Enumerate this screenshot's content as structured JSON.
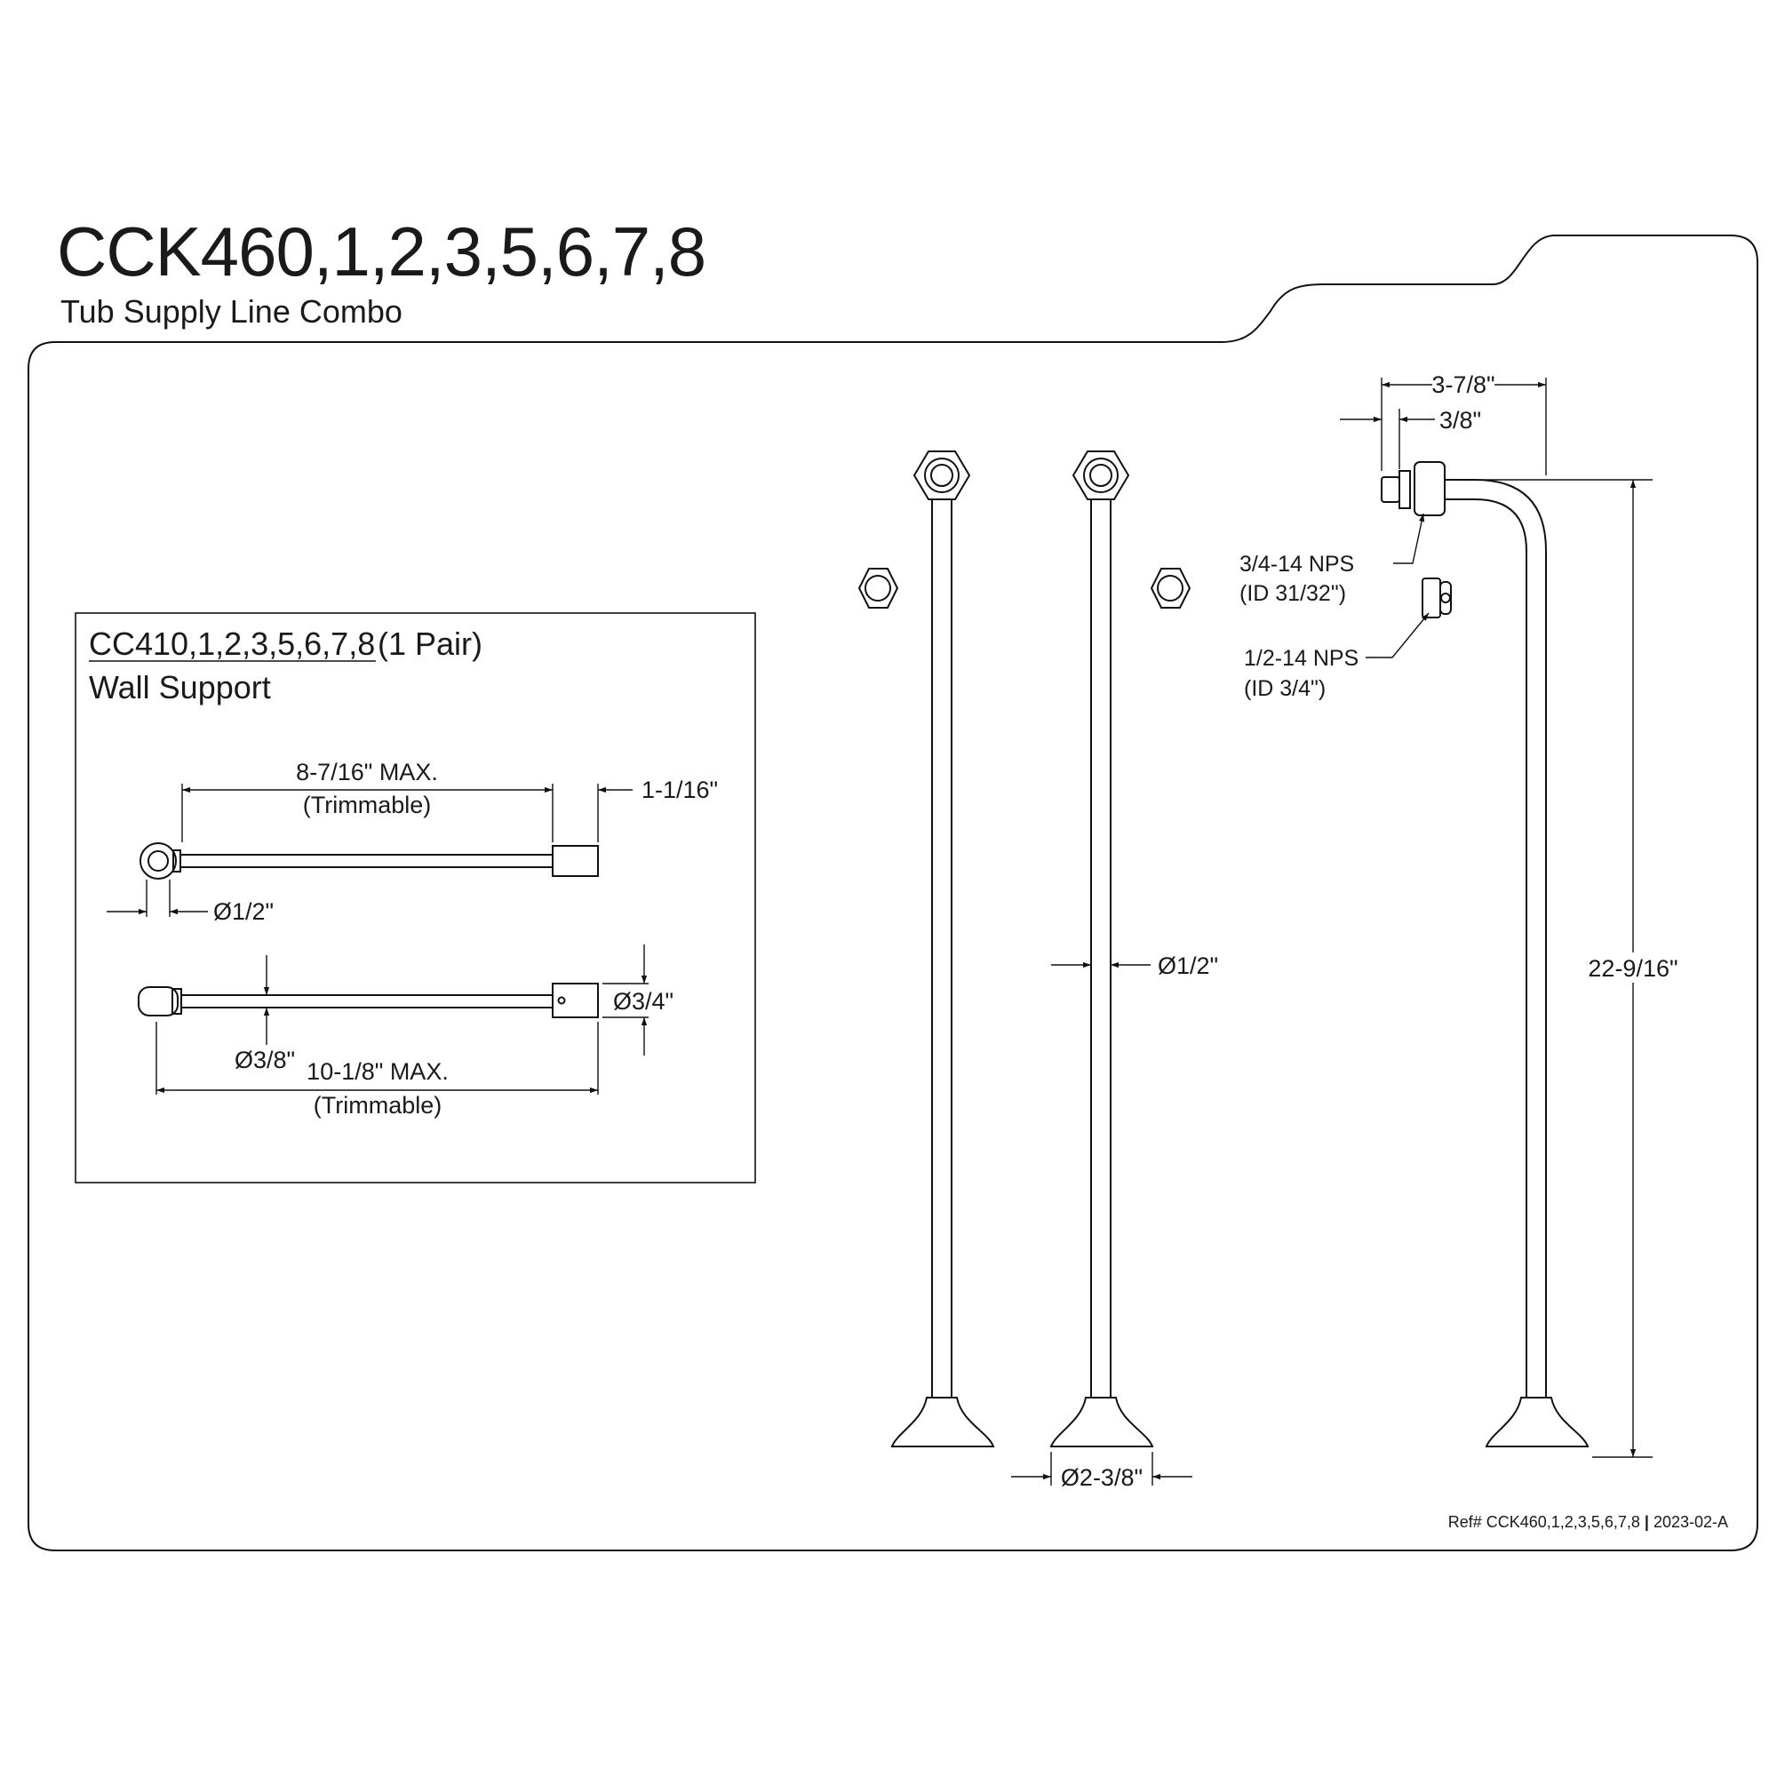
{
  "header": {
    "title": "CCK460,1,2,3,5,6,7,8",
    "subtitle": "Tub Supply Line Combo"
  },
  "inset": {
    "model": "CC410,1,2,3,5,6,7,8",
    "pair_note": "(1 Pair)",
    "name": "Wall Support",
    "dims": {
      "upper_length": "8-7/16\" MAX.",
      "upper_trim": "(Trimmable)",
      "end_length": "1-1/16\"",
      "ring_diameter": "Ø1/2\"",
      "rod_diameter": "Ø3/8\"",
      "block_diameter": "Ø3/4\"",
      "lower_length": "10-1/8\" MAX.",
      "lower_trim": "(Trimmable)"
    }
  },
  "main": {
    "dims": {
      "overall_width": "3-7/8\"",
      "inlet_offset": "3/8\"",
      "pipe_diameter": "Ø1/2\"",
      "flange_diameter": "Ø2-3/8\"",
      "height": "22-9/16\""
    },
    "callouts": {
      "nut_thread": "3/4-14 NPS",
      "nut_id": "(ID 31/32\")",
      "adapter_thread": "1/2-14 NPS",
      "adapter_id": "(ID 3/4\")"
    }
  },
  "footer": {
    "ref": "Ref# CCK460,1,2,3,5,6,7,8",
    "separator": "|",
    "revision": "2023-02-A"
  }
}
